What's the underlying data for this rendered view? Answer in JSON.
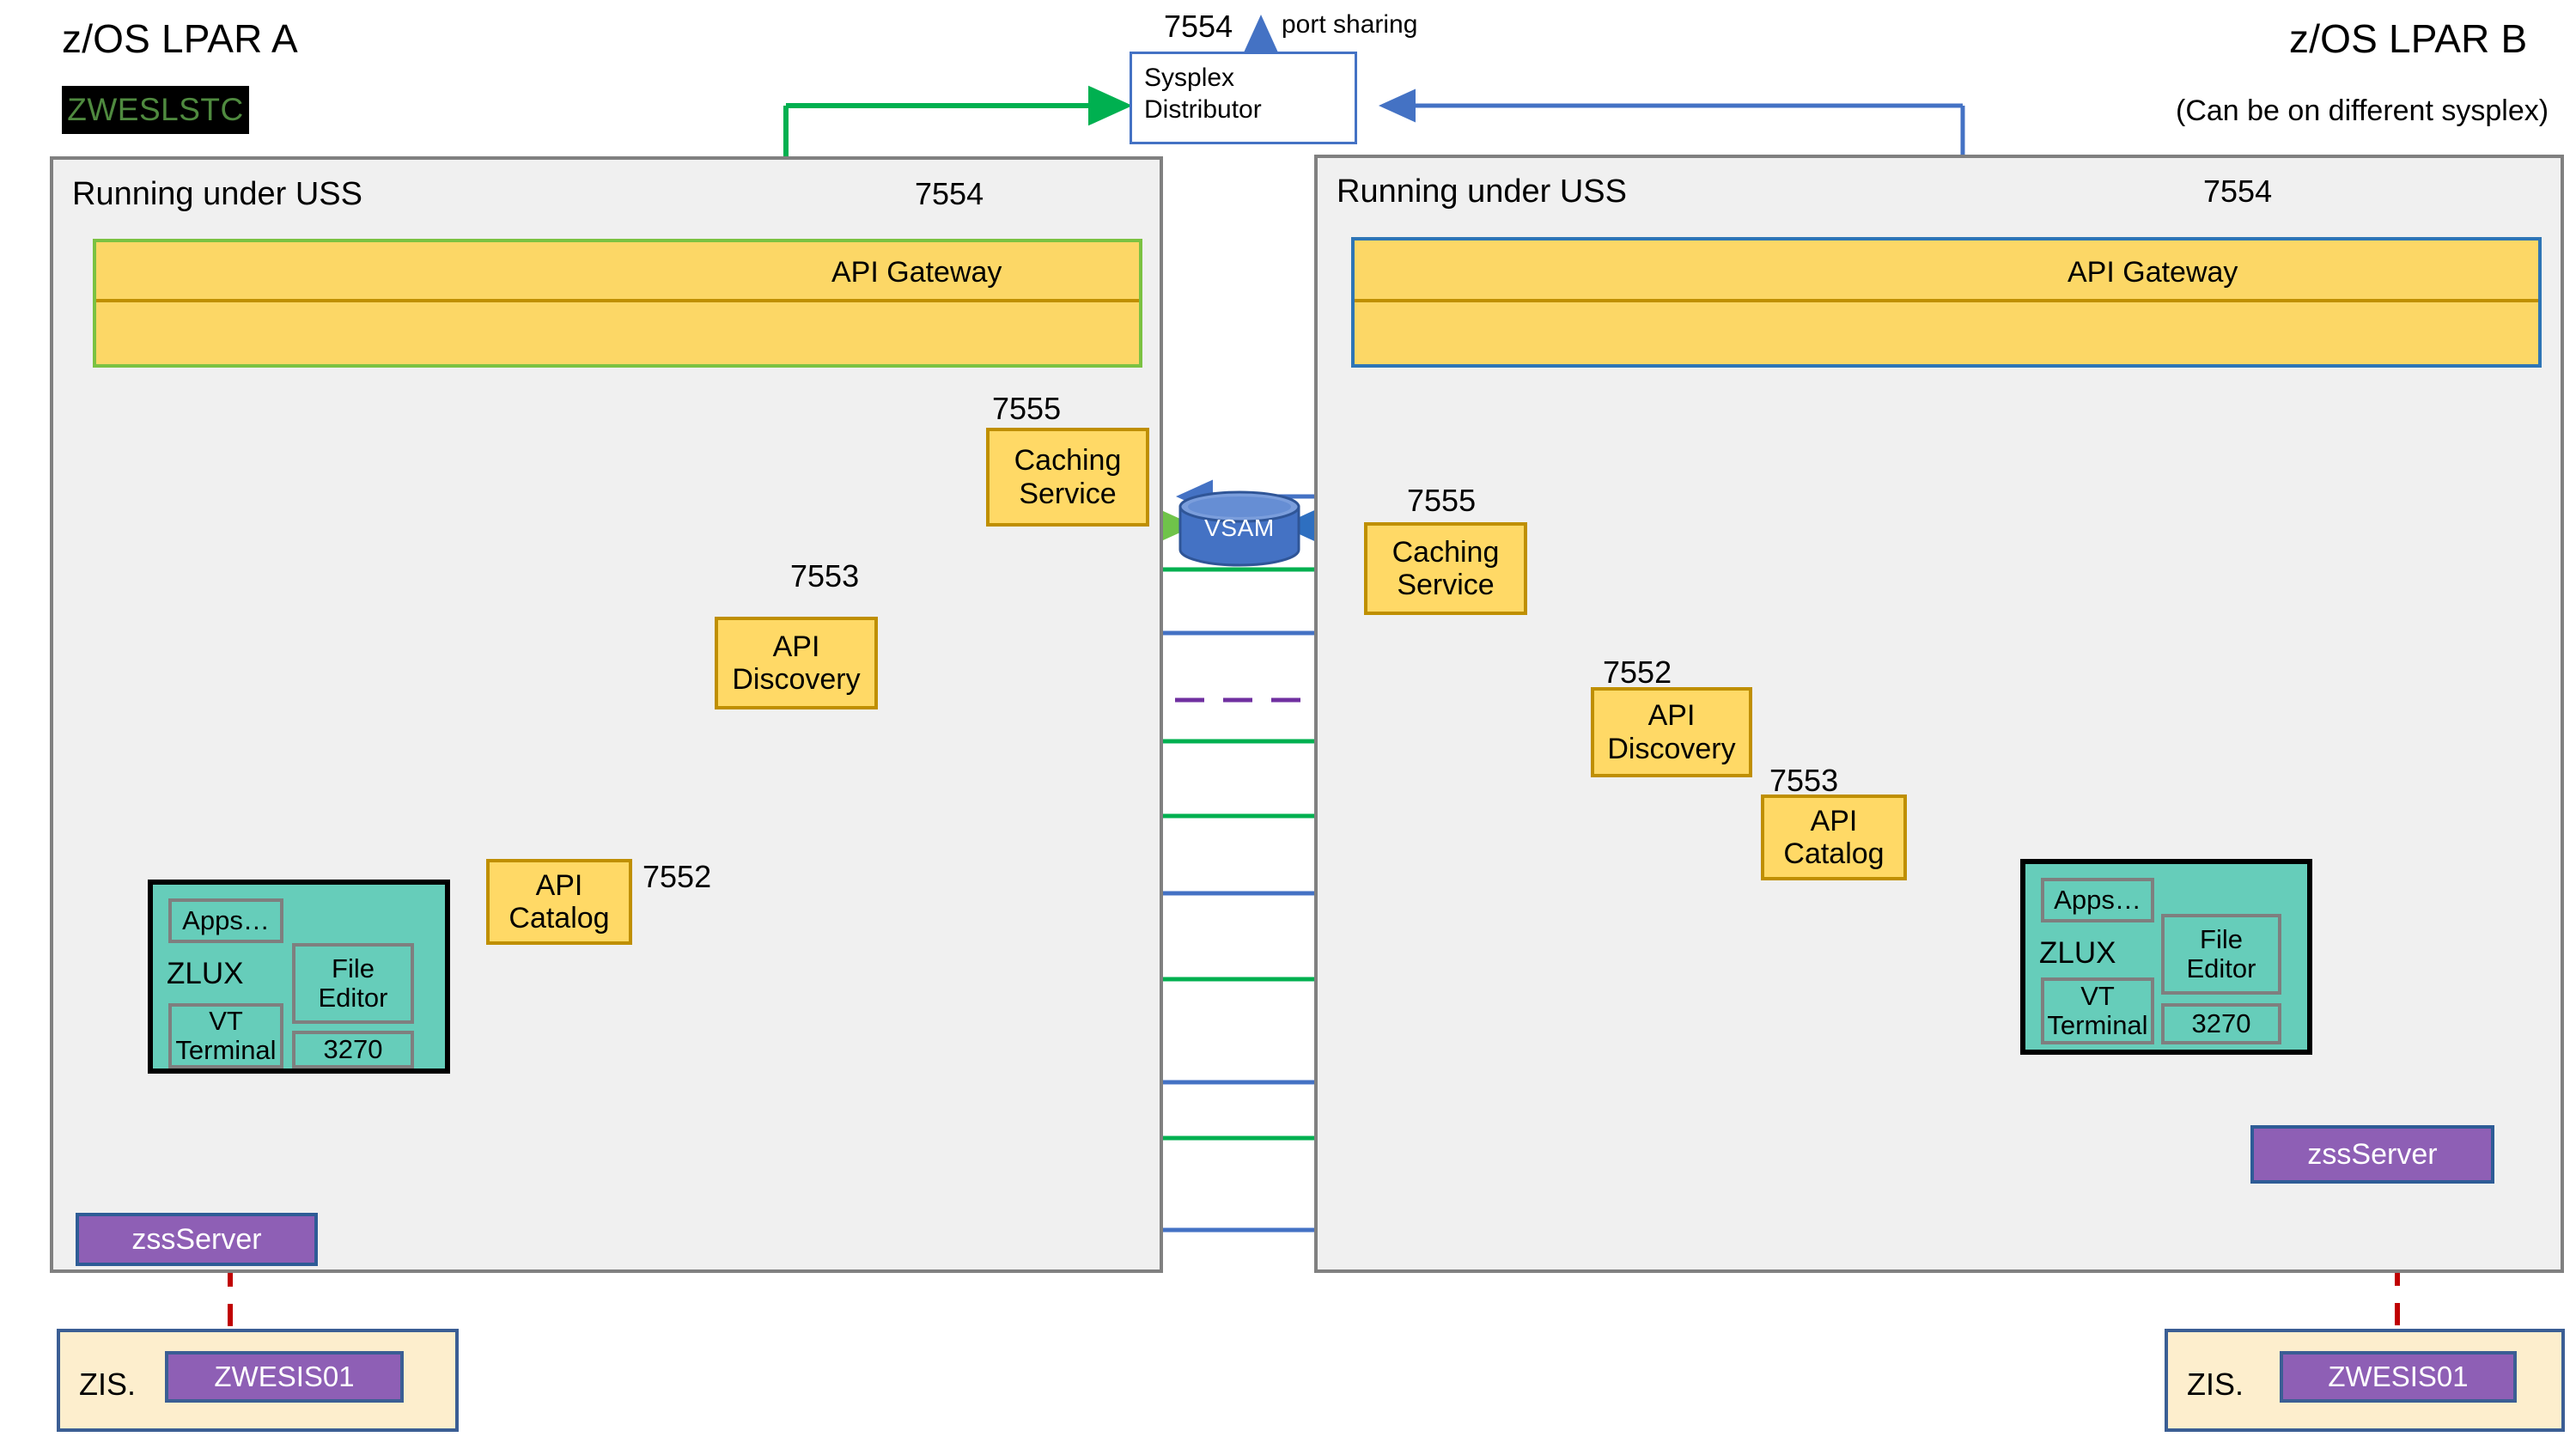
{
  "diagram": {
    "title_left": "z/OS LPAR A",
    "title_right": "z/OS LPAR B",
    "subtitle_right": "(Can be on different sysplex)",
    "stc_badge": "ZWESLSTC",
    "colors": {
      "gateway_fill": "#fcd766",
      "gateway_border_left": "#7bc242",
      "gateway_border_right": "#2e75b6",
      "service_fill": "#ffd966",
      "service_border": "#bf8f00",
      "zlux_fill": "#66cdba",
      "zss_fill": "#8e5fb5",
      "zis_fill": "#fdeecd",
      "vsam_fill": "#4472c4",
      "lpar_fill": "#f0f0f0",
      "lpar_border": "#808080",
      "arrow_green": "#00b050",
      "arrow_blue": "#4472c4",
      "arrow_purple": "#7030a0",
      "arrow_red": "#c00000",
      "stc_bg": "#000000",
      "stc_text": "#4f8a3f"
    }
  },
  "sysplex": {
    "line1": "Sysplex",
    "line2": "Distributor",
    "port": "7554",
    "note": "port sharing"
  },
  "lpar_a": {
    "uss_label": "Running under USS",
    "gateway": {
      "label": "API Gateway",
      "port": "7554"
    },
    "caching": {
      "label_line1": "Caching",
      "label_line2": "Service",
      "port": "7555"
    },
    "discovery": {
      "label_line1": "API",
      "label_line2": "Discovery",
      "port": "7553"
    },
    "catalog": {
      "label_line1": "API",
      "label_line2": "Catalog",
      "port": "7552"
    },
    "zlux": {
      "name": "ZLUX",
      "apps": "Apps…",
      "file_editor_line1": "File",
      "file_editor_line2": "Editor",
      "vt_line1": "VT",
      "vt_line2": "Terminal",
      "tn3270": "3270"
    },
    "zss": {
      "label": "zssServer"
    },
    "zis": {
      "label": "ZIS.",
      "module": "ZWESIS01"
    }
  },
  "lpar_b": {
    "uss_label": "Running under USS",
    "gateway": {
      "label": "API Gateway",
      "port": "7554"
    },
    "caching": {
      "label_line1": "Caching",
      "label_line2": "Service",
      "port": "7555"
    },
    "discovery": {
      "label_line1": "API",
      "label_line2": "Discovery",
      "port": "7552"
    },
    "catalog": {
      "label_line1": "API",
      "label_line2": "Catalog",
      "port": "7553"
    },
    "zlux": {
      "name": "ZLUX",
      "apps": "Apps…",
      "file_editor_line1": "File",
      "file_editor_line2": "Editor",
      "vt_line1": "VT",
      "vt_line2": "Terminal",
      "tn3270": "3270"
    },
    "zss": {
      "label": "zssServer"
    },
    "zis": {
      "label": "ZIS.",
      "module": "ZWESIS01"
    }
  },
  "shared": {
    "vsam": "VSAM"
  }
}
